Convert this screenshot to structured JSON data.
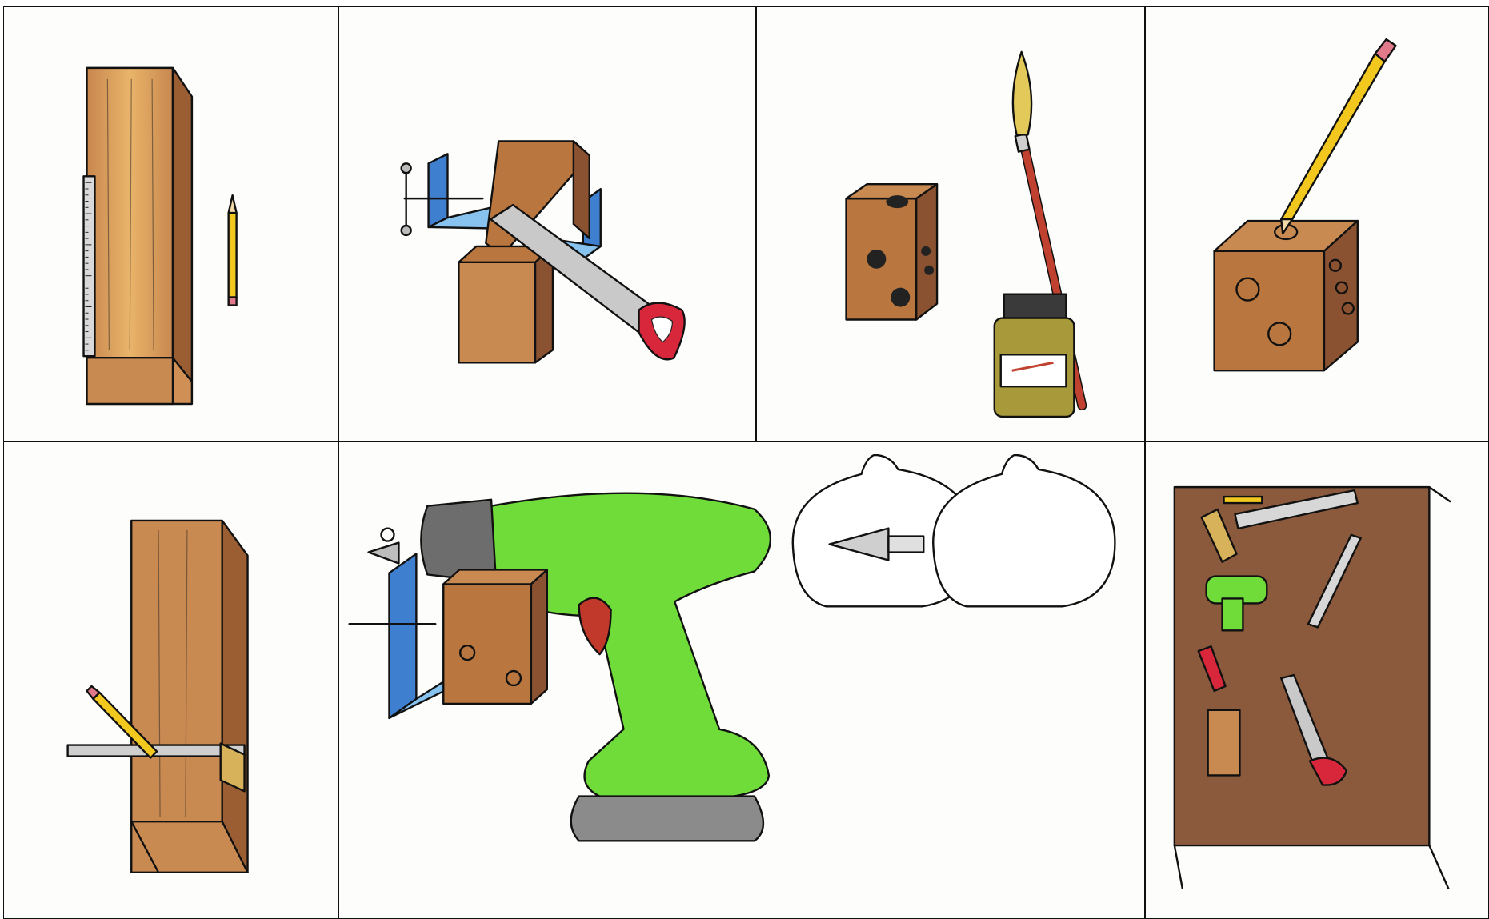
{
  "panels": [
    {
      "id": "p1",
      "scene": "measuring-wood-plank",
      "tools": [
        "wood-plank",
        "ruler",
        "pencil"
      ]
    },
    {
      "id": "p2",
      "scene": "sawing-wood-in-vise",
      "tools": [
        "bench-vise",
        "wood-block",
        "hand-saw"
      ]
    },
    {
      "id": "p3",
      "scene": "finished-block-with-varnish",
      "tools": [
        "wood-cube",
        "paint-brush",
        "varnish-jar"
      ]
    },
    {
      "id": "p4",
      "scene": "marking-hole-positions",
      "tools": [
        "wood-cube",
        "pencil"
      ]
    },
    {
      "id": "p5",
      "scene": "marking-cut-line",
      "tools": [
        "wood-plank",
        "square-ruler",
        "pencil"
      ]
    },
    {
      "id": "p6",
      "scene": "drilling-holes",
      "tools": [
        "cordless-drill",
        "step-drill-bit",
        "bench-vise",
        "wood-cube"
      ],
      "callouts": [
        "step-drill-bit-detail",
        "empty-detail"
      ]
    },
    {
      "id": "p7",
      "scene": "workbench-with-tools",
      "tools": [
        "workbench",
        "square-ruler",
        "ruler",
        "pencil",
        "cordless-drill",
        "sandpaper",
        "wood-block",
        "hand-saw"
      ]
    }
  ],
  "colors": {
    "wood": "#c8874e",
    "wood_light": "#e9b46a",
    "wood_dark": "#8a5230",
    "vise_blue": "#3f7fd0",
    "drill_green": "#6fdc3a",
    "drill_grip": "#c0392b",
    "saw_handle": "#d8273a",
    "pencil_yellow": "#f2c81e",
    "bench_brown": "#8b5a3c",
    "varnish": "#a89a3a"
  }
}
